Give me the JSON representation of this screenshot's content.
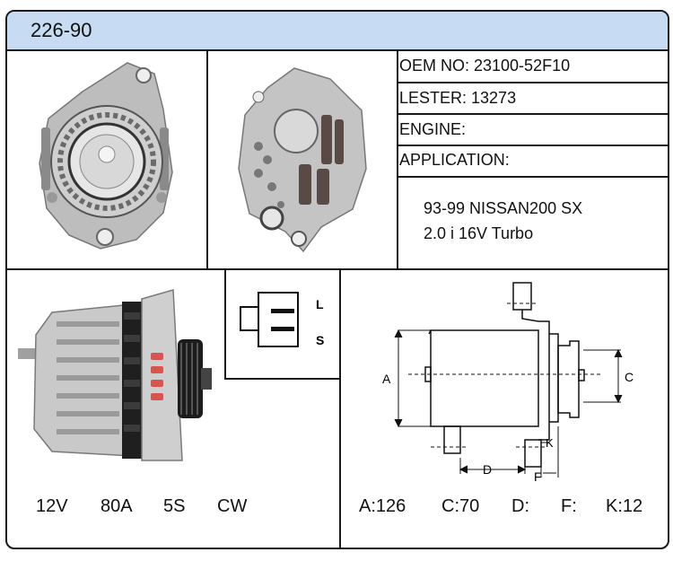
{
  "header": {
    "title": "226-90"
  },
  "specs": {
    "oem": "OEM NO: 23100-52F10",
    "lester": "LESTER: 13273",
    "engine": "ENGINE:",
    "application_label": "APPLICATION:",
    "application_lines": [
      "93-99 NISSAN200 SX",
      "2.0 i 16V Turbo"
    ]
  },
  "electrical": {
    "voltage": "12V",
    "amperage": "80A",
    "pulley": "5S",
    "rotation": "CW"
  },
  "connector": {
    "pin_top": "L",
    "pin_bottom": "S"
  },
  "diagram": {
    "label_a": "A",
    "label_c": "C",
    "label_d": "D",
    "label_f": "F",
    "label_k": "K"
  },
  "dimensions": {
    "a": "A:126",
    "c": "C:70",
    "d": "D:",
    "f": "F:",
    "k": "K:12"
  },
  "colors": {
    "header_bg": "#c7dcf2",
    "border": "#1a1a1a",
    "metal": "#c9c9c9",
    "red_accent": "#d9534f"
  }
}
